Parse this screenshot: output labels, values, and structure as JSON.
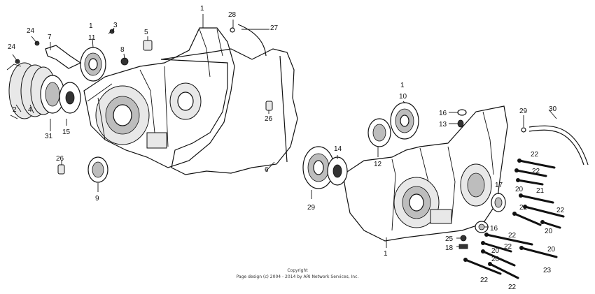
{
  "copyright": {
    "line1": "Copyright",
    "line2": "Page design (c) 2004 - 2014 by ARI Network Services, Inc."
  },
  "callouts": {
    "c1a": "1",
    "c28": "28",
    "c27": "27",
    "c3": "3",
    "c1b": "1",
    "c11": "11",
    "c5": "5",
    "c24a": "24",
    "c7": "7",
    "c24b": "24",
    "c8": "8",
    "c2": "2",
    "c4": "4",
    "c31": "31",
    "c15": "15",
    "c26a": "26",
    "c26b": "26",
    "c9": "9",
    "c6": "6",
    "c1c": "1",
    "c10": "10",
    "c16a": "16",
    "c13": "13",
    "c29a": "29",
    "c30": "30",
    "c14": "14",
    "c12": "12",
    "c29b": "29",
    "c22a": "22",
    "c22b": "22",
    "c17": "17",
    "c20a": "20",
    "c21": "21",
    "c22c": "22",
    "c22d": "22",
    "c20b": "20",
    "c16b": "16",
    "c22e": "22",
    "c20c": "20",
    "c25": "25",
    "c18": "18",
    "c22f": "22",
    "c20d": "20",
    "c20e": "20",
    "c23": "23",
    "c22g": "22",
    "c22h": "22",
    "c1d": "1"
  }
}
